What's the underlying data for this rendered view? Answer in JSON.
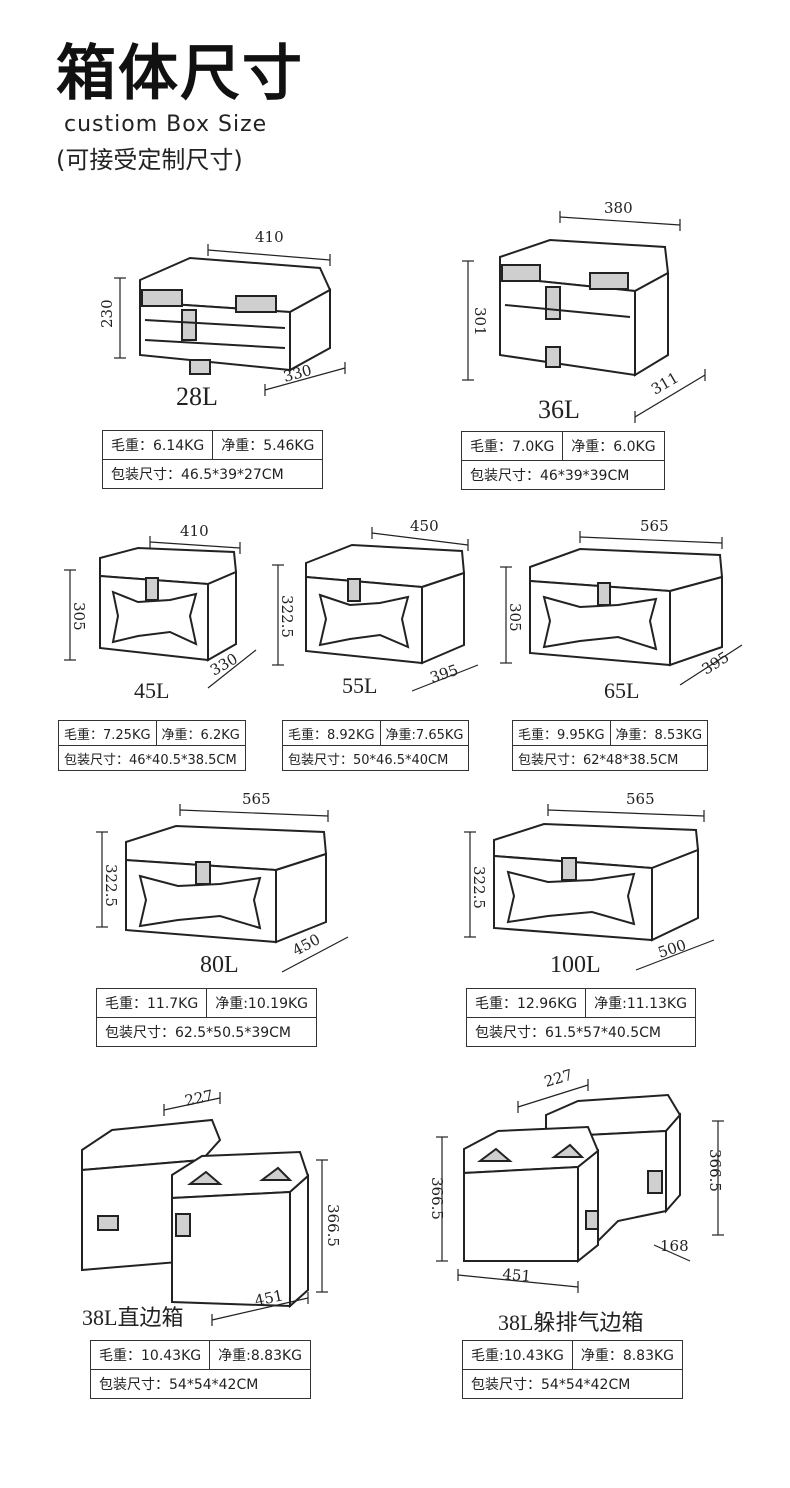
{
  "header": {
    "title": "箱体尺寸",
    "subtitle": "custiom Box Size",
    "note": "(可接受定制尺寸)"
  },
  "boxes": [
    {
      "volume": "28L",
      "width": "410",
      "height": "230",
      "depth": "330",
      "gross": "毛重：6.14KG",
      "net": "净重：5.46KG",
      "pack": "包装尺寸：46.5*39*27CM"
    },
    {
      "volume": "36L",
      "width": "380",
      "height": "301",
      "depth": "311",
      "gross": "毛重：7.0KG",
      "net": "净重：6.0KG",
      "pack": "包装尺寸：46*39*39CM"
    },
    {
      "volume": "45L",
      "width": "410",
      "height": "305",
      "depth": "330",
      "gross": "毛重：7.25KG",
      "net": "净重：6.2KG",
      "pack": "包装尺寸：46*40.5*38.5CM"
    },
    {
      "volume": "55L",
      "width": "450",
      "height": "322.5",
      "depth": "395",
      "gross": "毛重：8.92KG",
      "net": "净重:7.65KG",
      "pack": "包装尺寸：50*46.5*40CM"
    },
    {
      "volume": "65L",
      "width": "565",
      "height": "305",
      "depth": "395",
      "gross": "毛重：9.95KG",
      "net": "净重：8.53KG",
      "pack": "包装尺寸：62*48*38.5CM"
    },
    {
      "volume": "80L",
      "width": "565",
      "height": "322.5",
      "depth": "450",
      "gross": "毛重：11.7KG",
      "net": "净重:10.19KG",
      "pack": "包装尺寸：62.5*50.5*39CM"
    },
    {
      "volume": "100L",
      "width": "565",
      "height": "322.5",
      "depth": "500",
      "gross": "毛重：12.96KG",
      "net": "净重:11.13KG",
      "pack": "包装尺寸：61.5*57*40.5CM"
    },
    {
      "volume": "38L直边箱",
      "width": "227",
      "height": "366.5",
      "depth": "451",
      "gross": "毛重：10.43KG",
      "net": "净重:8.83KG",
      "pack": "包装尺寸：54*54*42CM"
    },
    {
      "volume": "38L躲排气边箱",
      "width": "227",
      "height": "366.5",
      "height2": "366.5",
      "depth": "451",
      "depth2": "168",
      "gross": "毛重:10.43KG",
      "net": "净重：8.83KG",
      "pack": "包装尺寸：54*54*42CM"
    }
  ],
  "colors": {
    "line": "#222222",
    "fill": "#ffffff",
    "shade": "#cfcfcf"
  }
}
